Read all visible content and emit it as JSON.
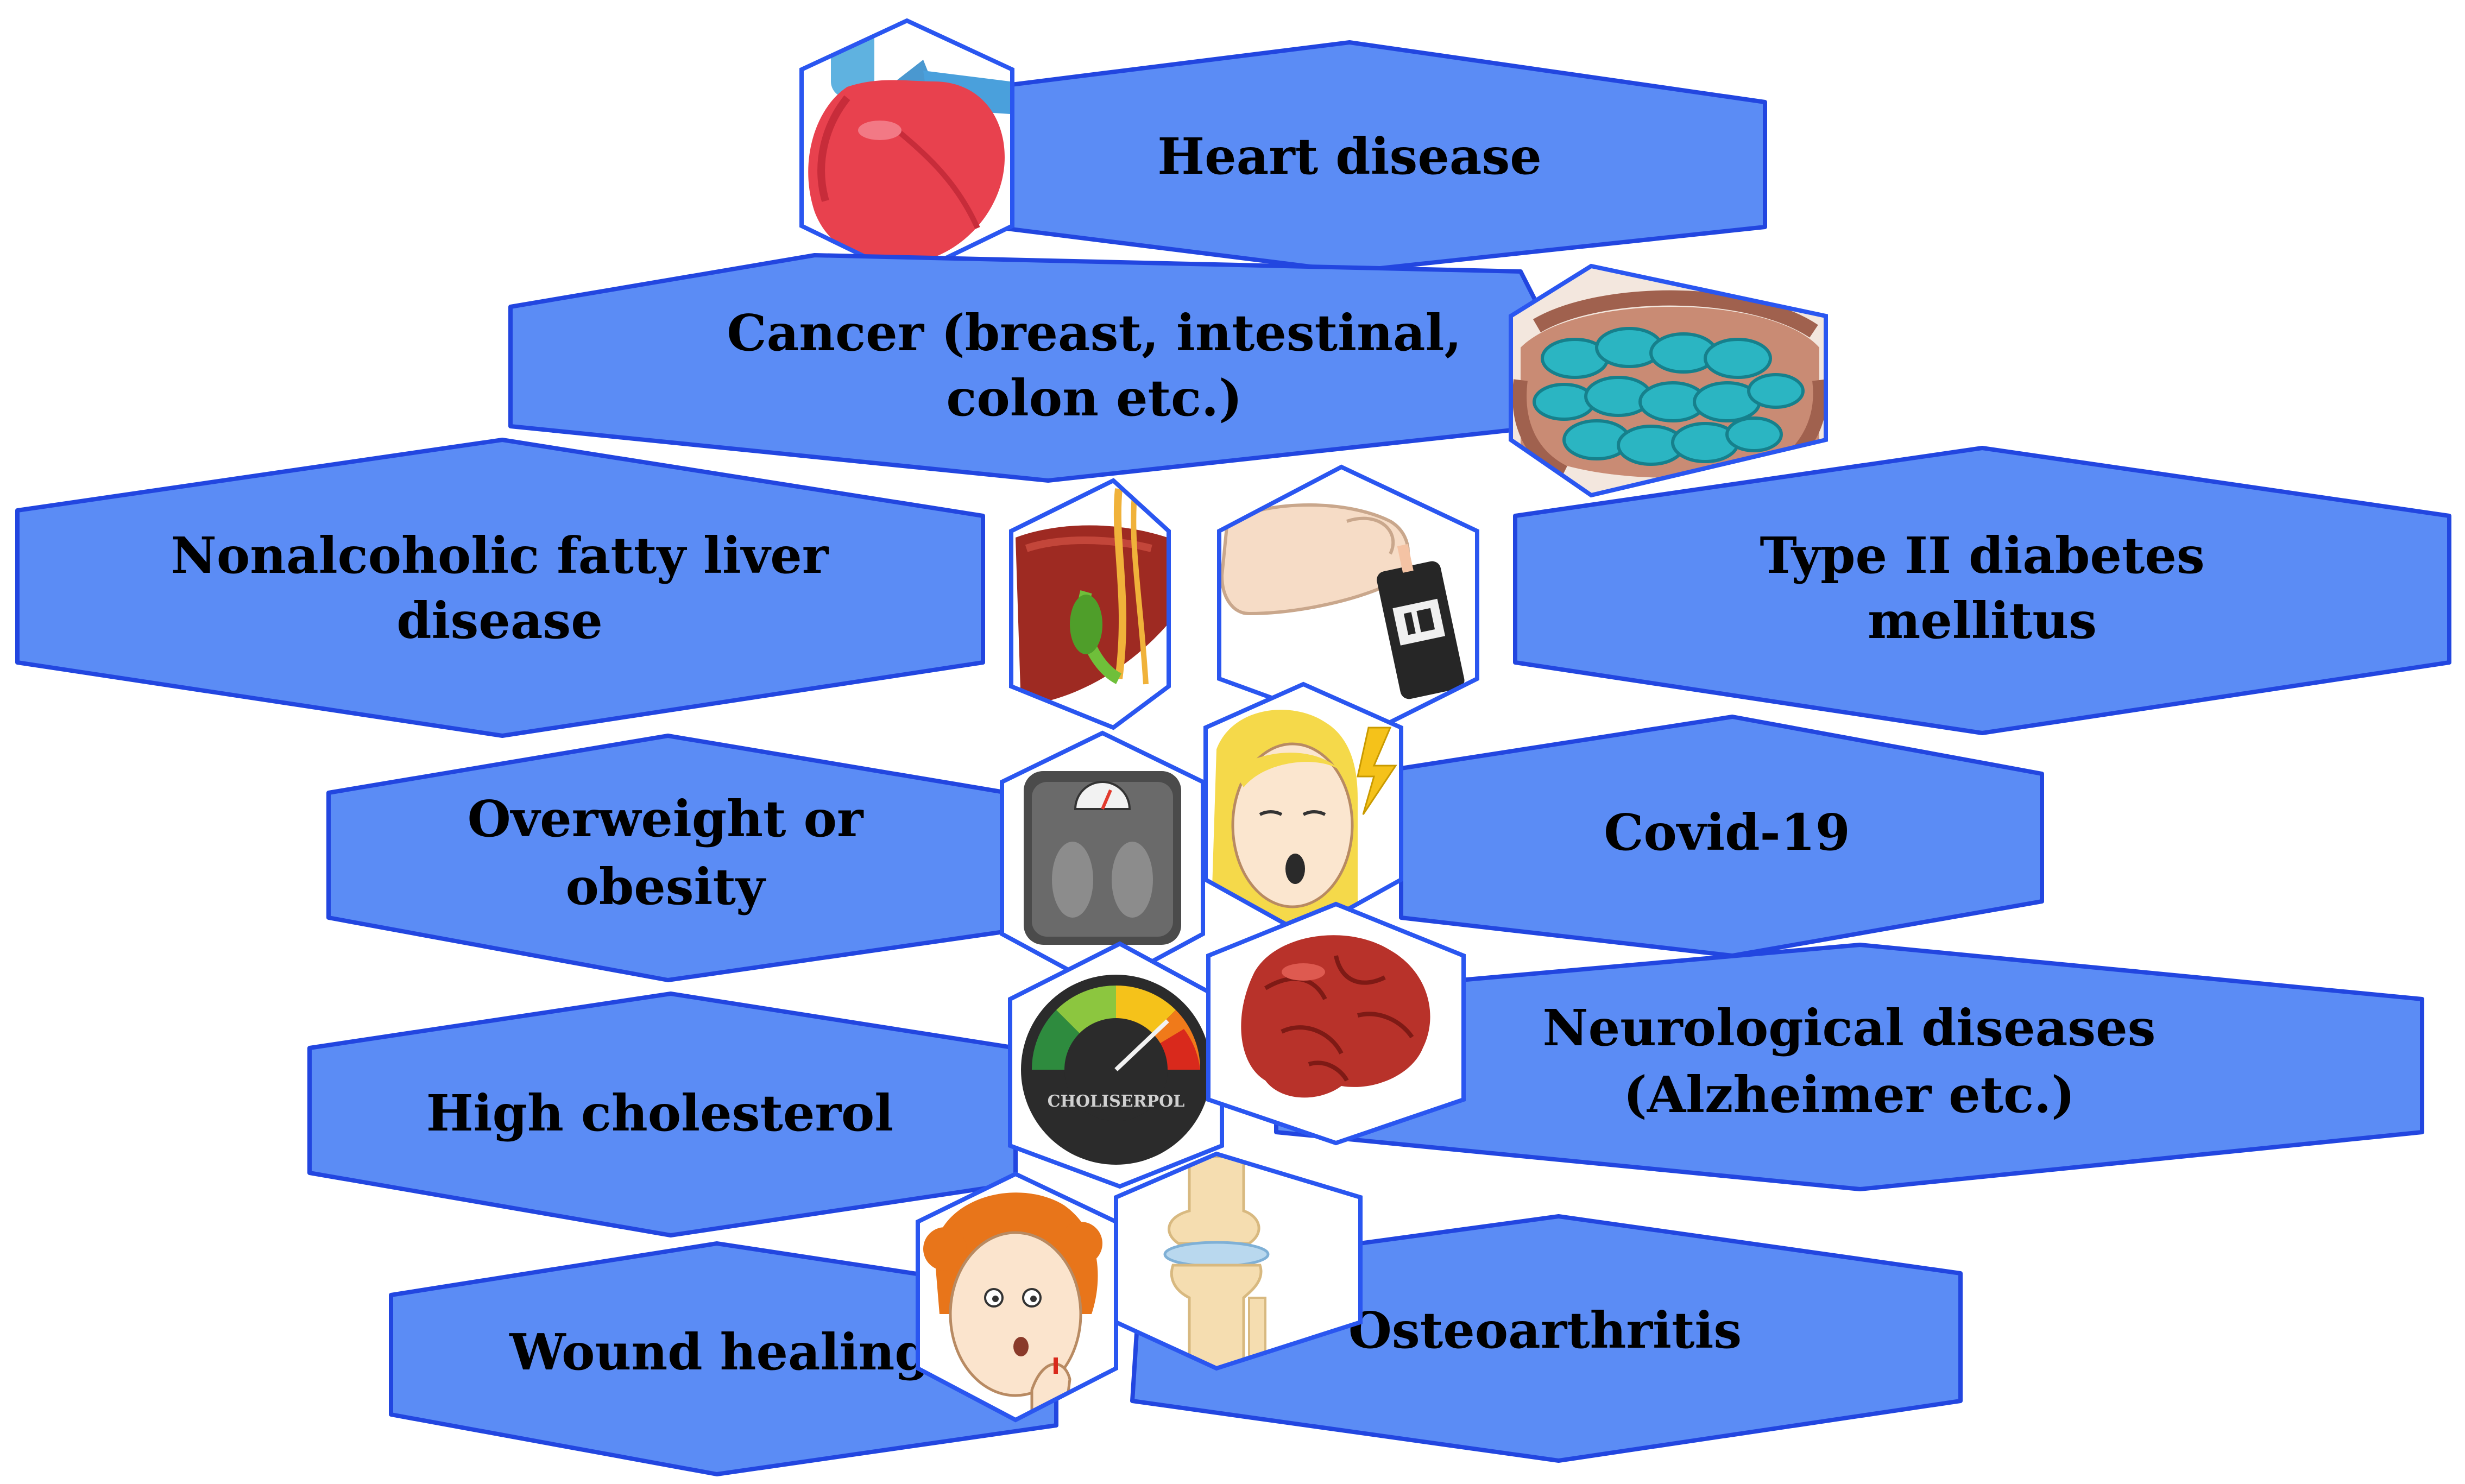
{
  "diagram": {
    "labels": {
      "heart": "Heart disease",
      "cancer": [
        "Cancer (breast, intestinal,",
        "colon etc.)"
      ],
      "nafld": [
        "Nonalcoholic fatty liver",
        "disease"
      ],
      "diabetes": [
        "Type II diabetes",
        "mellitus"
      ],
      "obesity": [
        "Overweight or",
        "obesity"
      ],
      "covid": "Covid-19",
      "cholesterol": "High cholesterol",
      "neuro": [
        "Neurological diseases",
        "(Alzheimer etc.)"
      ],
      "wound": "Wound healing",
      "osteo": "Osteoarthritis"
    },
    "icon_names": {
      "heart": "heart-icon",
      "intestine": "intestine-icon",
      "liver": "liver-icon",
      "glucometer": "glucometer-icon",
      "scale": "weighing-scale-icon",
      "covid": "coughing-person-icon",
      "cholesterol": "cholesterol-gauge-icon",
      "cholesterol_text": "CHOLISERPOL",
      "brain": "brain-icon",
      "wound": "wounded-person-icon",
      "knee": "knee-joint-icon"
    },
    "colors": {
      "label_fill": "#5b8cf5",
      "label_stroke": "#2246e0",
      "text": "#000000",
      "icon_stroke": "#2a56f0"
    }
  }
}
